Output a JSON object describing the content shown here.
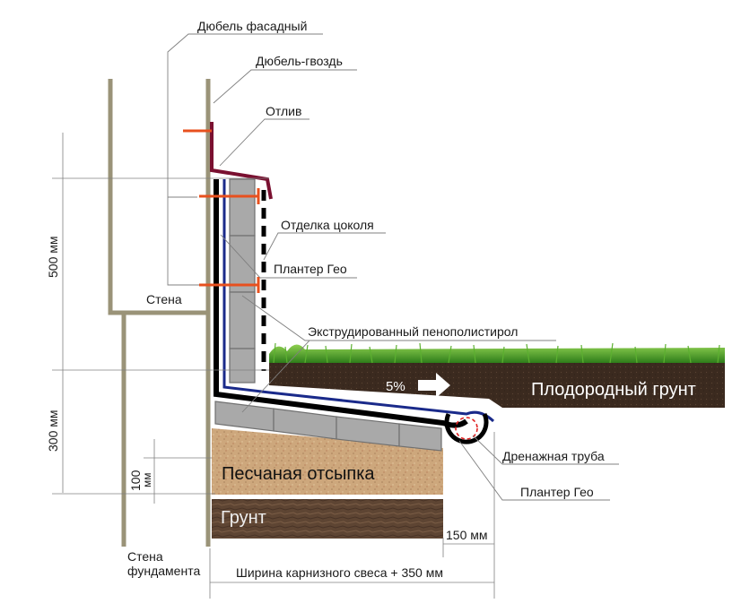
{
  "diagram": {
    "title": "Утепление и гидроизоляция цоколя с отмосткой",
    "callouts": {
      "dowel_facade": "Дюбель фасадный",
      "dowel_nail": "Дюбель-гвоздь",
      "drip": "Отлив",
      "plinth_finish": "Отделка цоколя",
      "planter_geo_top": "Плантер Гео",
      "xps": "Экструдированный пенополистирол",
      "wall": "Стена",
      "fertile_soil": "Плодородный грунт",
      "slope": "5%",
      "drain_pipe": "Дренажная труба",
      "planter_geo_bottom": "Плантер Гео",
      "sand_bed": "Песчаная отсыпка",
      "ground": "Грунт",
      "foundation_wall_line1": "Стена",
      "foundation_wall_line2": "фундамента"
    },
    "dimensions": {
      "height_500": "500 мм",
      "height_300": "300 мм",
      "height_100_line1": "100",
      "height_100_line2": "мм",
      "width_150": "150 мм",
      "width_total": "Ширина карнизного свеса + 350 мм"
    },
    "colors": {
      "wall": "#9a9378",
      "drip": "#7a1030",
      "dowel": "#e8501e",
      "membrane_black": "#000000",
      "membrane_blue": "#1a2a8a",
      "xps": "#a8a8a8",
      "grass": "#4aa02a",
      "soil": "#3d2a1e",
      "sand": "#c9a57a",
      "ground": "#5a4030",
      "pipe_dash": "#e02020",
      "leader": "#7a7a7a"
    }
  }
}
